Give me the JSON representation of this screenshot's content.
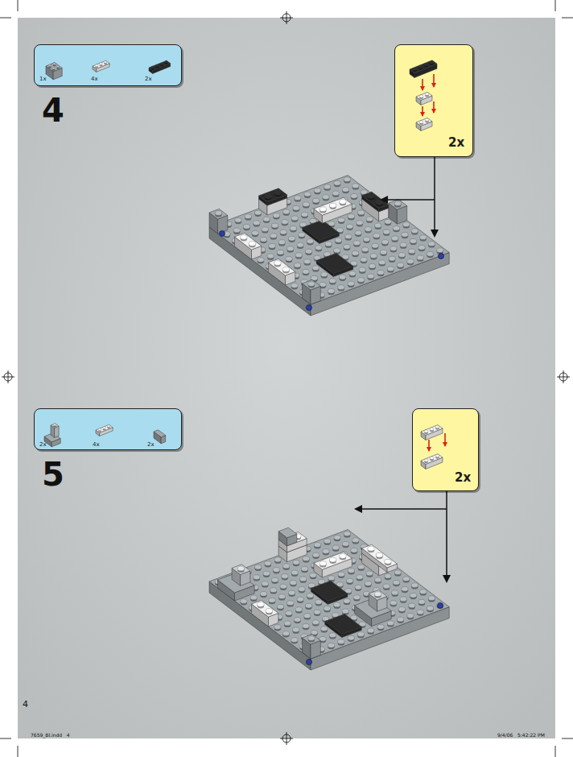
{
  "diagram": {
    "nodes": [
      {
        "text": [
          "1x",
          "4x",
          "2x"
        ]
      },
      {
        "text": [
          "2x"
        ]
      },
      {
        "text": [
          "2x",
          "4x",
          "2x"
        ]
      },
      {
        "text": [
          "2x"
        ]
      }
    ],
    "labels": [
      "4",
      "5",
      "4",
      "7659_BI.indd   4",
      "9/4/06   5:42:22 PM"
    ]
  }
}
